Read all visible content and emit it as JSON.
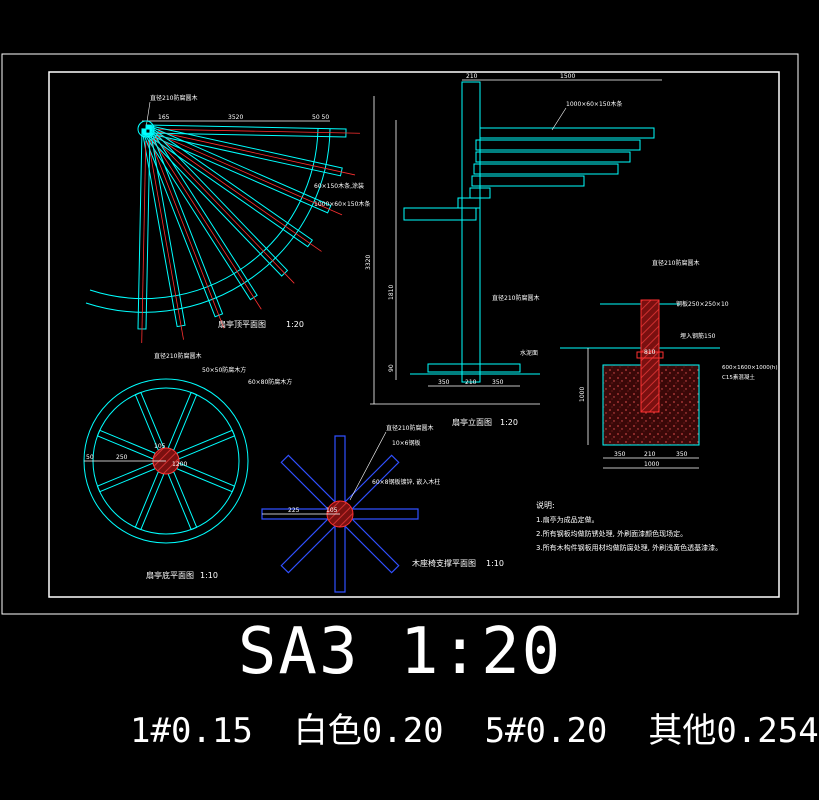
{
  "colors": {
    "cyan": "#00ffff",
    "white": "#ffffff",
    "red": "#ff3030",
    "brown": "#8b1a1a",
    "blue": "#3050ff"
  },
  "plan_fan": {
    "title": "扇亭顶平面图",
    "scale": "1:20",
    "label_top": "直径210防腐圆木",
    "dim_a": "165",
    "dim_b": "3520",
    "dim_c": "50 50",
    "label_r1": "60×150木条,涂装",
    "label_r2": "1000×60×150木条"
  },
  "elevation": {
    "title": "扇亭立面图",
    "scale": "1:20",
    "dim_top_a": "210",
    "dim_top_b": "1500",
    "label_beam": "1000×60×150木条",
    "label_post": "直径210防腐圆木",
    "dim_height": "3320",
    "dim_mid": "1810",
    "dim_bot_a": "350",
    "dim_bot_b": "210",
    "dim_bot_c": "350",
    "label_ground": "水泥面",
    "dim_left": "90"
  },
  "foundation": {
    "label_post": "直径210防腐圆木",
    "label_a": "钢板250×250×10",
    "label_b": "埋入钢筋150",
    "label_c": "C15素混凝土",
    "label_d": "600×1600×1000(h)",
    "dim_d": "810",
    "dim_h": "1000",
    "dim_e": "350",
    "dim_f": "210",
    "dim_g": "350",
    "dim_total": "1000"
  },
  "plan_base": {
    "title": "扇亭底平面图",
    "scale": "1:10",
    "label_a": "直径210防腐圆木",
    "label_b": "50×50防腐木方",
    "label_c": "60×80防腐木方",
    "dim_a": "50",
    "dim_b": "250",
    "dim_c": "105",
    "dim_d": "1200"
  },
  "plan_support": {
    "title": "木座椅支撑平面图",
    "scale": "1:10",
    "label_a": "直径210防腐圆木",
    "label_b": "10×6钢板",
    "label_c": "60×8钢板镀锌, 嵌入木柱",
    "dim_a": "225",
    "dim_b": "105"
  },
  "notes": {
    "heading": "说明:",
    "lines": [
      "1.扇亭为成品定做。",
      "2.所有钢板均做防锈处理, 外刷面漆颜色现场定。",
      "3.所有木构件钢板用材均做防腐处理, 外刷浅黄色透基漆漆。"
    ]
  },
  "sheet": {
    "title": "SA3 1:20",
    "pens": "1#0.15  白色0.20  5#0.20  其他0.254"
  }
}
